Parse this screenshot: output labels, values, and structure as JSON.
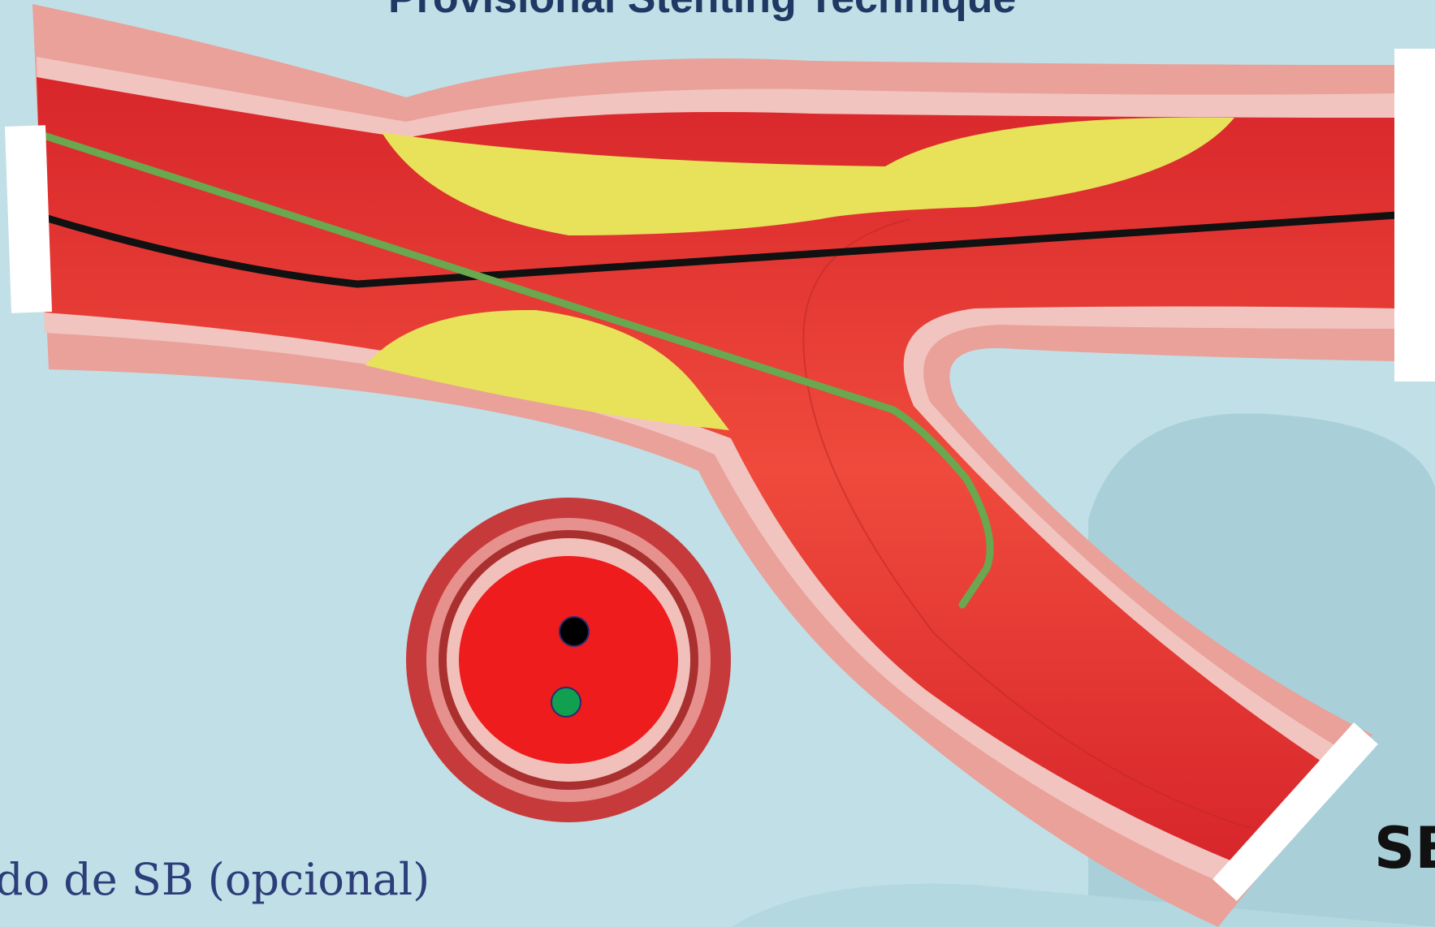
{
  "title": "Provisional Stenting Technique",
  "caption": "do de SB (opcional)",
  "side_branch_label": "SB",
  "colors": {
    "background": "#c1dfe6",
    "background_shape": "#a9d0d9",
    "vessel_wall": "#e9a19a",
    "vessel_lumen": "#e63a30",
    "plaque": "#e7e25a",
    "main_wire": "#111111",
    "side_branch_wire": "#6aa84f",
    "cross_section_lumen": "#ee1c1c"
  },
  "elements": {
    "main_wire": "main-vessel-guidewire",
    "side_wire": "side-branch-guidewire",
    "cross_section": "vessel-cross-section"
  }
}
